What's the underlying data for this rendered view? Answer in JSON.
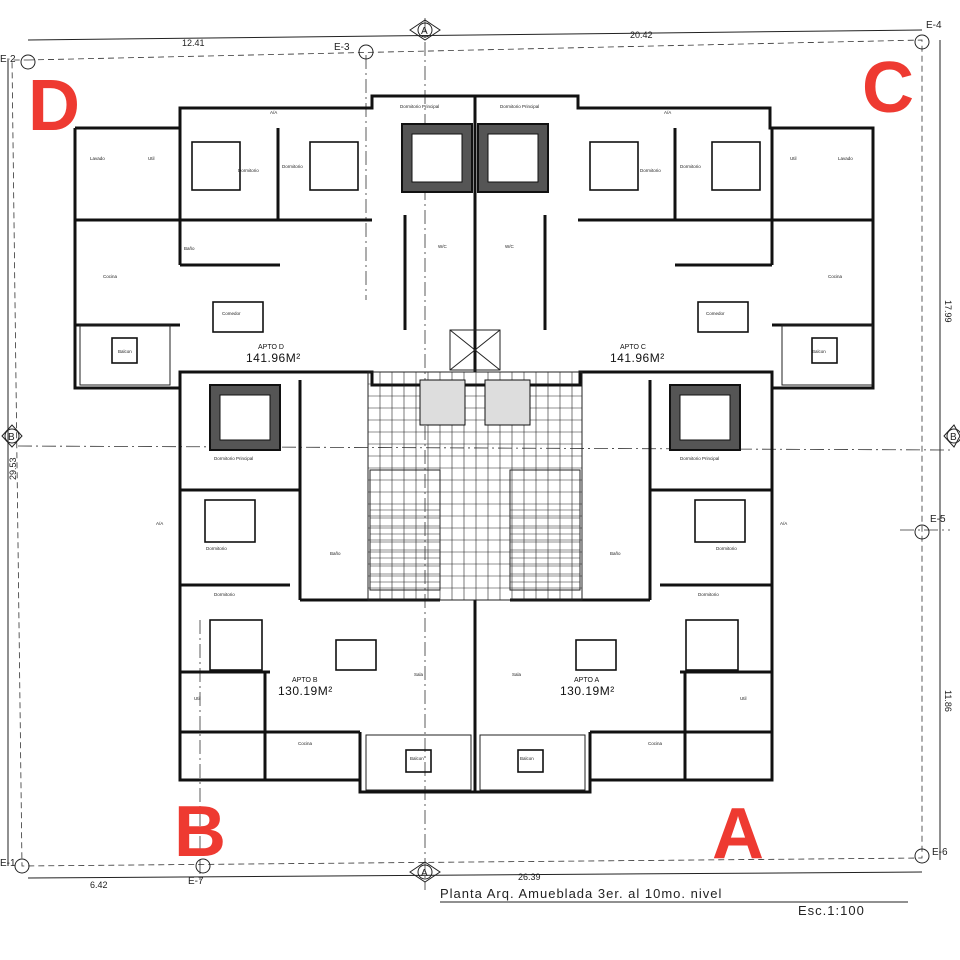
{
  "drawing": {
    "title_line1": "Planta Arq. Amueblada 3er. al 10mo. nivel",
    "title_line2": "Esc.1:100"
  },
  "quadrant_letters": {
    "top_left": "D",
    "top_right": "C",
    "bottom_left": "B",
    "bottom_right": "A"
  },
  "grid_markers": {
    "e2": "E-2",
    "e3": "E-3",
    "e4": "E-4",
    "e5": "E-5",
    "e6": "E-6",
    "e1": "E-1",
    "e7": "E-7",
    "axis_a_top": "A",
    "axis_a_bottom": "A",
    "axis_b_left": "B",
    "axis_b_right": "B"
  },
  "dimensions": {
    "top_left": "12.41",
    "top_right": "20.42",
    "bottom_total": "26.39",
    "bottom_left": "6.42",
    "right_upper": "17.99",
    "right_lower": "11.86",
    "left_total": "29.53"
  },
  "apartments": {
    "d": {
      "name": "APTO D",
      "area": "141.96M²"
    },
    "c": {
      "name": "APTO C",
      "area": "141.96M²"
    },
    "b": {
      "name": "APTO B",
      "area": "130.19M²"
    },
    "a": {
      "name": "APTO A",
      "area": "130.19M²"
    }
  },
  "rooms": {
    "dormitorio": "Dormitorio",
    "dormitorio_principal": "Dormitorio Principal",
    "bano": "Baño",
    "wic": "W/C",
    "cocina": "Cocina",
    "comedor": "Comedor",
    "sala": "Sala",
    "balcon": "Balcon",
    "lavado": "Lavado",
    "util": "Util",
    "ac": "A/A"
  },
  "colors": {
    "letter_red": "#ee3a31",
    "line": "#111111"
  }
}
